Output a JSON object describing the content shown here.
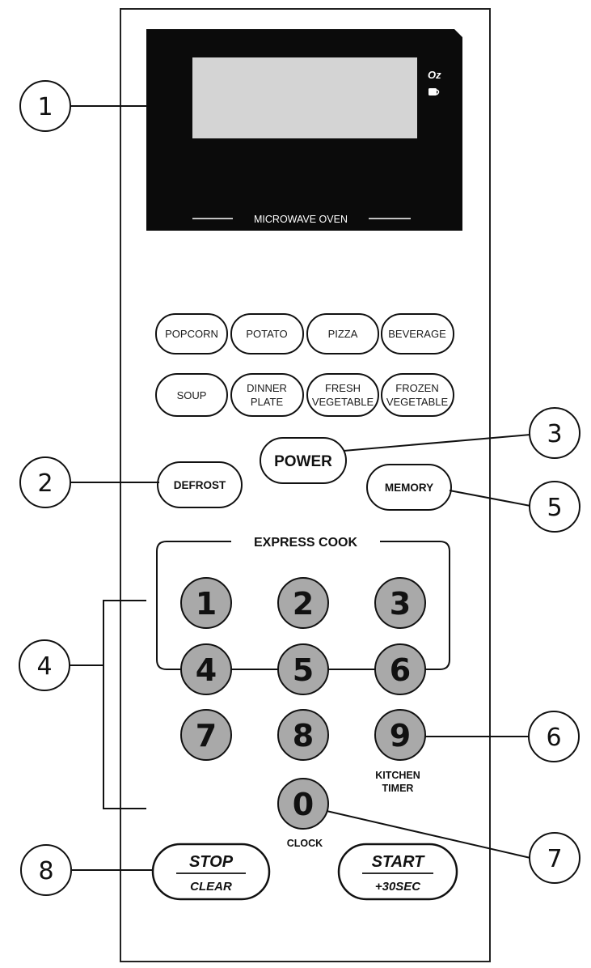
{
  "display": {
    "label": "MICROWAVE OVEN",
    "indicator_oz": "Oz",
    "indicator_cup_icon": "cup-icon"
  },
  "food_buttons": {
    "popcorn": "POPCORN",
    "potato": "POTATO",
    "pizza": "PIZZA",
    "beverage": "BEVERAGE",
    "soup": "SOUP",
    "dinner_plate": [
      "DINNER",
      "PLATE"
    ],
    "fresh_vegetable": [
      "FRESH",
      "VEGETABLE"
    ],
    "frozen_vegetable": [
      "FROZEN",
      "VEGETABLE"
    ]
  },
  "control_buttons": {
    "power": "POWER",
    "defrost": "DEFROST",
    "memory": "MEMORY"
  },
  "express_cook": {
    "label": "EXPRESS COOK"
  },
  "keypad": {
    "keys": [
      "1",
      "2",
      "3",
      "4",
      "5",
      "6",
      "7",
      "8",
      "9",
      "0"
    ],
    "kitchen_timer": [
      "KITCHEN",
      "TIMER"
    ],
    "clock": "CLOCK"
  },
  "stop_clear": {
    "top": "STOP",
    "bottom": "CLEAR"
  },
  "start": {
    "top": "START",
    "bottom": "+30SEC"
  },
  "callouts": [
    "1",
    "2",
    "3",
    "4",
    "5",
    "6",
    "7",
    "8"
  ],
  "colors": {
    "display_bg": "#0b0b0b",
    "lcd": "#d4d4d4",
    "key_fill": "#a9a9a9",
    "outline": "#111111"
  }
}
